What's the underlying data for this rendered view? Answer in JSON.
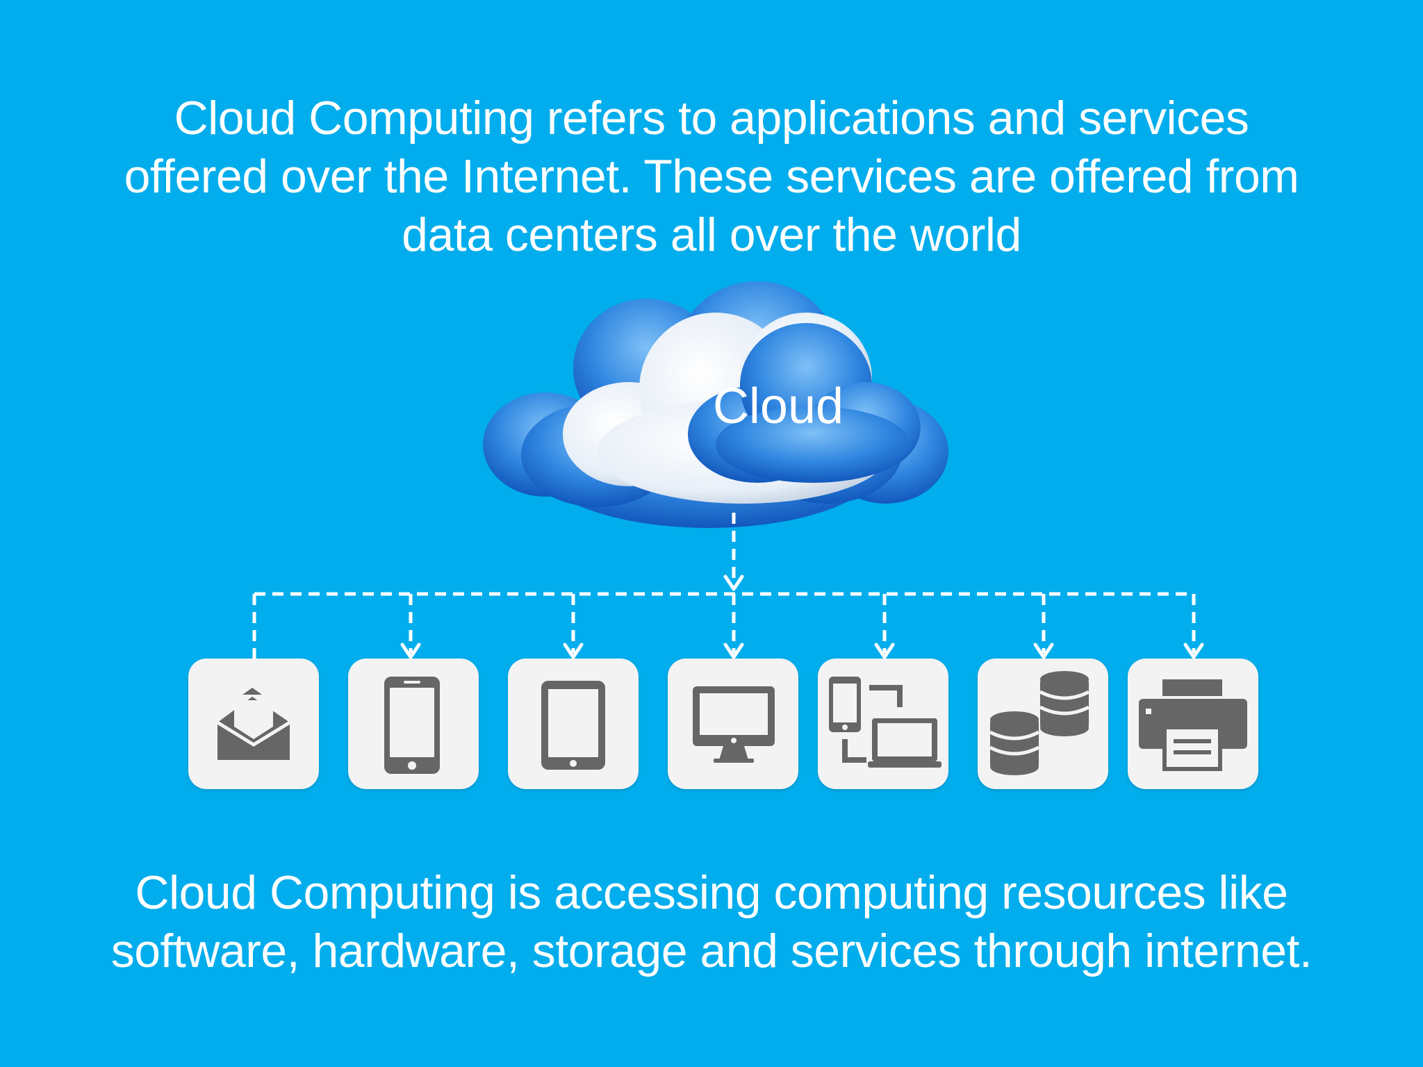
{
  "diagram": {
    "title_lines": [
      "Cloud Computing refers to applications and services",
      "offered over the Internet. These services are offered from",
      "data centers all over the world"
    ],
    "cloud_label": "Cloud",
    "summary_lines": [
      "Cloud Computing is accessing computing resources like",
      "software, hardware, storage and services through internet."
    ],
    "devices": [
      {
        "icon": "email-icon"
      },
      {
        "icon": "smartphone-icon"
      },
      {
        "icon": "tablet-icon"
      },
      {
        "icon": "desktop-monitor-icon"
      },
      {
        "icon": "multi-device-sync-icon"
      },
      {
        "icon": "database-icon"
      },
      {
        "icon": "printer-icon"
      }
    ],
    "colors": {
      "background": "#01adec",
      "text": "#ffffff",
      "tile": "#f3f3f3",
      "icon": "#666666",
      "cloud_blue": "#1d6fd0"
    }
  }
}
